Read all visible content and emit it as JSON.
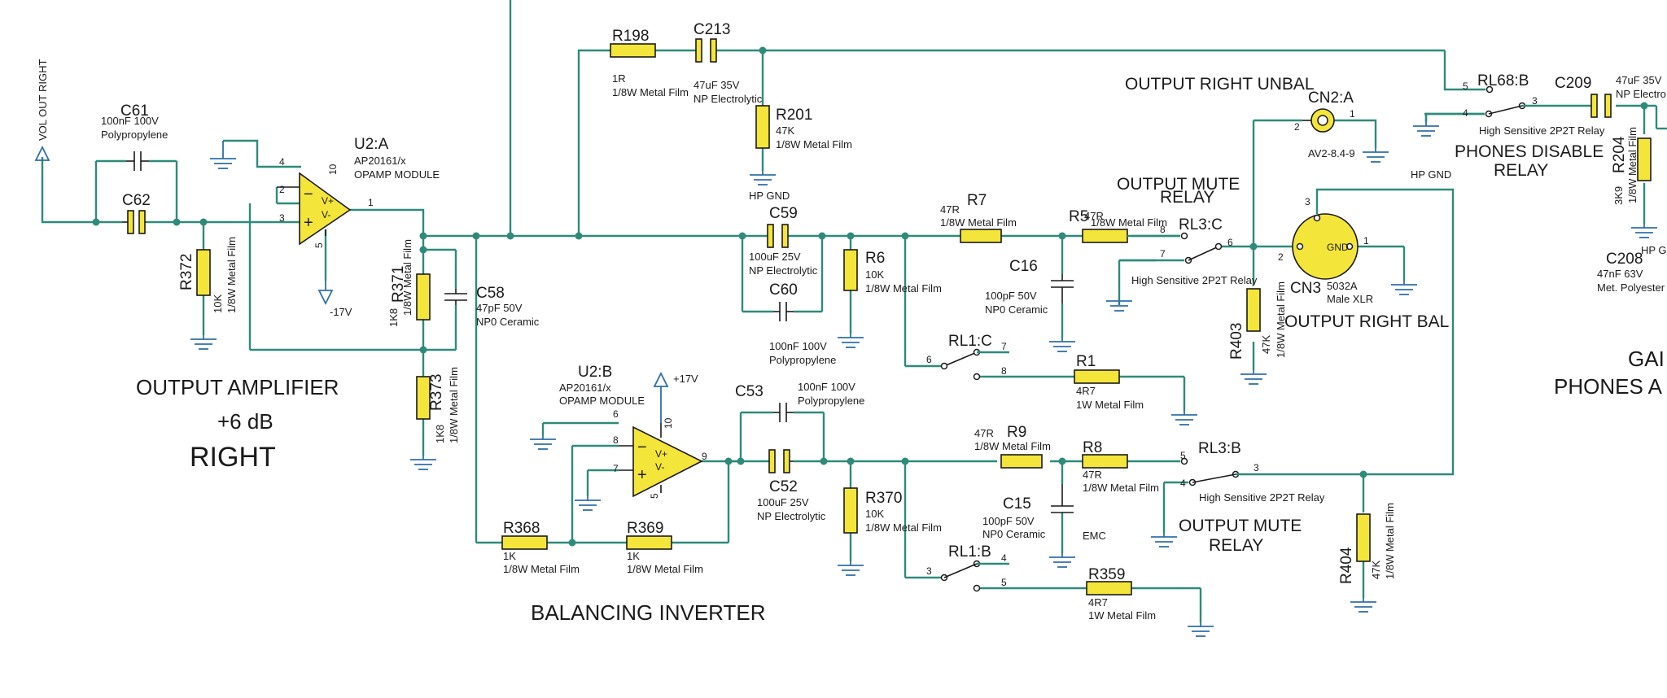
{
  "titles": {
    "output_amplifier": "OUTPUT AMPLIFIER",
    "gain": "+6 dB",
    "channel": "RIGHT",
    "balancing_inverter": "BALANCING INVERTER",
    "output_right_unbal": "OUTPUT RIGHT UNBAL",
    "output_right_bal": "OUTPUT RIGHT BAL",
    "output_mute_relay_1a": "OUTPUT MUTE",
    "output_mute_relay_1b": "RELAY",
    "output_mute_relay_2a": "OUTPUT MUTE",
    "output_mute_relay_2b": "RELAY",
    "phones_disable_a": "PHONES DISABLE",
    "phones_disable_b": "RELAY",
    "gain_cut": "GAI",
    "phones_cut": "PHONES A",
    "vol_out": "VOL OUT RIGHT",
    "hp_gnd_1": "HP GND",
    "hp_gnd_2": "HP GND",
    "hp_gnd_3": "HP GND",
    "rail_neg": "-17V",
    "rail_pos": "+17V"
  },
  "components": {
    "C61": {
      "ref": "C61",
      "v1": "100nF 100V",
      "v2": "Polypropylene"
    },
    "C62": {
      "ref": "C62"
    },
    "R372": {
      "ref": "R372",
      "v1": "10K",
      "v2": "1/8W Metal Film"
    },
    "U2A": {
      "ref": "U2:A",
      "v1": "AP20161/x",
      "v2": "OPAMP MODULE"
    },
    "R371": {
      "ref": "R371",
      "v1": "1K8",
      "v2": "1/8W Metal Film"
    },
    "C58": {
      "ref": "C58",
      "v1": "47pF 50V",
      "v2": "NP0 Ceramic"
    },
    "R373": {
      "ref": "R373",
      "v1": "1K8",
      "v2": "1/8W Metal Film"
    },
    "R198": {
      "ref": "R198",
      "v1": "1R",
      "v2": "1/8W Metal Film"
    },
    "C213": {
      "ref": "C213",
      "v1": "47uF 35V",
      "v2": "NP Electrolytic"
    },
    "R201": {
      "ref": "R201",
      "v1": "47K",
      "v2": "1/8W Metal Film"
    },
    "C59": {
      "ref": "C59",
      "v1": "100uF 25V",
      "v2": "NP Electrolytic"
    },
    "C60": {
      "ref": "C60",
      "v1": "100nF 100V",
      "v2": "Polypropylene"
    },
    "R6": {
      "ref": "R6",
      "v1": "10K",
      "v2": "1/8W Metal Film"
    },
    "R7": {
      "ref": "R7",
      "v1": "47R",
      "v2": "1/8W Metal Film"
    },
    "C16": {
      "ref": "C16",
      "v1": "100pF 50V",
      "v2": "NP0 Ceramic"
    },
    "R5": {
      "ref": "R5",
      "v1": "47R",
      "v2": "1/8W Metal Film"
    },
    "RL3C": {
      "ref": "RL3:C",
      "v1": "High Sensitive 2P2T Relay"
    },
    "RL1C": {
      "ref": "RL1:C"
    },
    "R1": {
      "ref": "R1",
      "v1": "4R7",
      "v2": "1W Metal Film"
    },
    "CN2A": {
      "ref": "CN2:A",
      "v1": "AV2-8.4-9"
    },
    "CN3": {
      "ref": "CN3",
      "v1": "5032A",
      "v2": "Male XLR",
      "gnd": "GND"
    },
    "R403": {
      "ref": "R403",
      "v1": "47K",
      "v2": "1/8W Metal Film"
    },
    "RL68B": {
      "ref": "RL68:B",
      "v1": "High Sensitive 2P2T Relay"
    },
    "C209": {
      "ref": "C209",
      "v1": "47uF 35V",
      "v2": "NP Electro"
    },
    "R204": {
      "ref": "R204",
      "v1": "3K9",
      "v2": "1/8W Metal Film"
    },
    "C208": {
      "ref": "C208",
      "v1": "47nF 63V",
      "v2": "Met. Polyester"
    },
    "U2B": {
      "ref": "U2:B",
      "v1": "AP20161/x",
      "v2": "OPAMP MODULE"
    },
    "R368": {
      "ref": "R368",
      "v1": "1K",
      "v2": "1/8W Metal Film"
    },
    "R369": {
      "ref": "R369",
      "v1": "1K",
      "v2": "1/8W Metal Film"
    },
    "C53": {
      "ref": "C53",
      "v1": "100nF 100V",
      "v2": "Polypropylene"
    },
    "C52": {
      "ref": "C52",
      "v1": "100uF 25V",
      "v2": "NP Electrolytic"
    },
    "R370": {
      "ref": "R370",
      "v1": "10K",
      "v2": "1/8W Metal Film"
    },
    "R9": {
      "ref": "R9",
      "v1": "47R",
      "v2": "1/8W Metal Film"
    },
    "C15": {
      "ref": "C15",
      "v1": "100pF 50V",
      "v2": "NP0 Ceramic",
      "v3": "EMC"
    },
    "R8": {
      "ref": "R8",
      "v1": "47R",
      "v2": "1/8W Metal Film"
    },
    "RL3B": {
      "ref": "RL3:B",
      "v1": "High Sensitive 2P2T Relay"
    },
    "RL1B": {
      "ref": "RL1:B"
    },
    "R359": {
      "ref": "R359",
      "v1": "4R7",
      "v2": "1W Metal Film"
    },
    "R404": {
      "ref": "R404",
      "v1": "47K",
      "v2": "1/8W Metal Film"
    }
  },
  "pins": {
    "u2a": [
      "4",
      "10",
      "2",
      "3",
      "1",
      "5"
    ],
    "u2b": [
      "6",
      "10",
      "8",
      "7",
      "9",
      "5"
    ],
    "opamp": {
      "vp": "V+",
      "vm": "V-",
      "minus": "−",
      "plus": "+"
    },
    "rl3c": [
      "8",
      "7",
      "6"
    ],
    "rl1c": [
      "6",
      "7",
      "8"
    ],
    "rl3b": [
      "5",
      "4",
      "3"
    ],
    "rl1b": [
      "3",
      "4",
      "5"
    ],
    "rl68b": [
      "5",
      "4",
      "3"
    ],
    "cn2a": [
      "2",
      "1"
    ],
    "cn3": [
      "3",
      "2",
      "1"
    ]
  }
}
